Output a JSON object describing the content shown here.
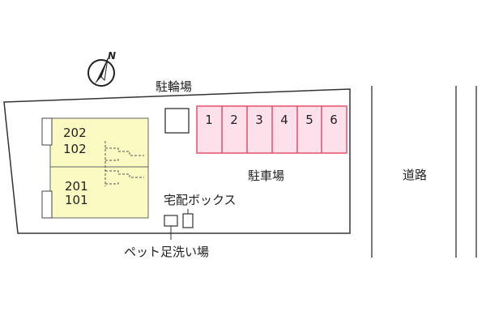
{
  "compass": {
    "north_label": "N"
  },
  "building": {
    "units_upper": [
      "202",
      "102"
    ],
    "units_lower": [
      "201",
      "101"
    ]
  },
  "bicycle_parking": {
    "label": "駐輪場"
  },
  "parking": {
    "label": "駐車場",
    "spaces": [
      "1",
      "2",
      "3",
      "4",
      "5",
      "6"
    ]
  },
  "delivery_box": {
    "label": "宅配ボックス"
  },
  "pet_wash": {
    "label": "ペット足洗い場"
  },
  "road": {
    "label": "道路"
  },
  "colors": {
    "building_fill": "#fafac2",
    "parking_fill": "#fde0ea",
    "parking_stroke": "#e23b5a",
    "line": "#333333"
  }
}
